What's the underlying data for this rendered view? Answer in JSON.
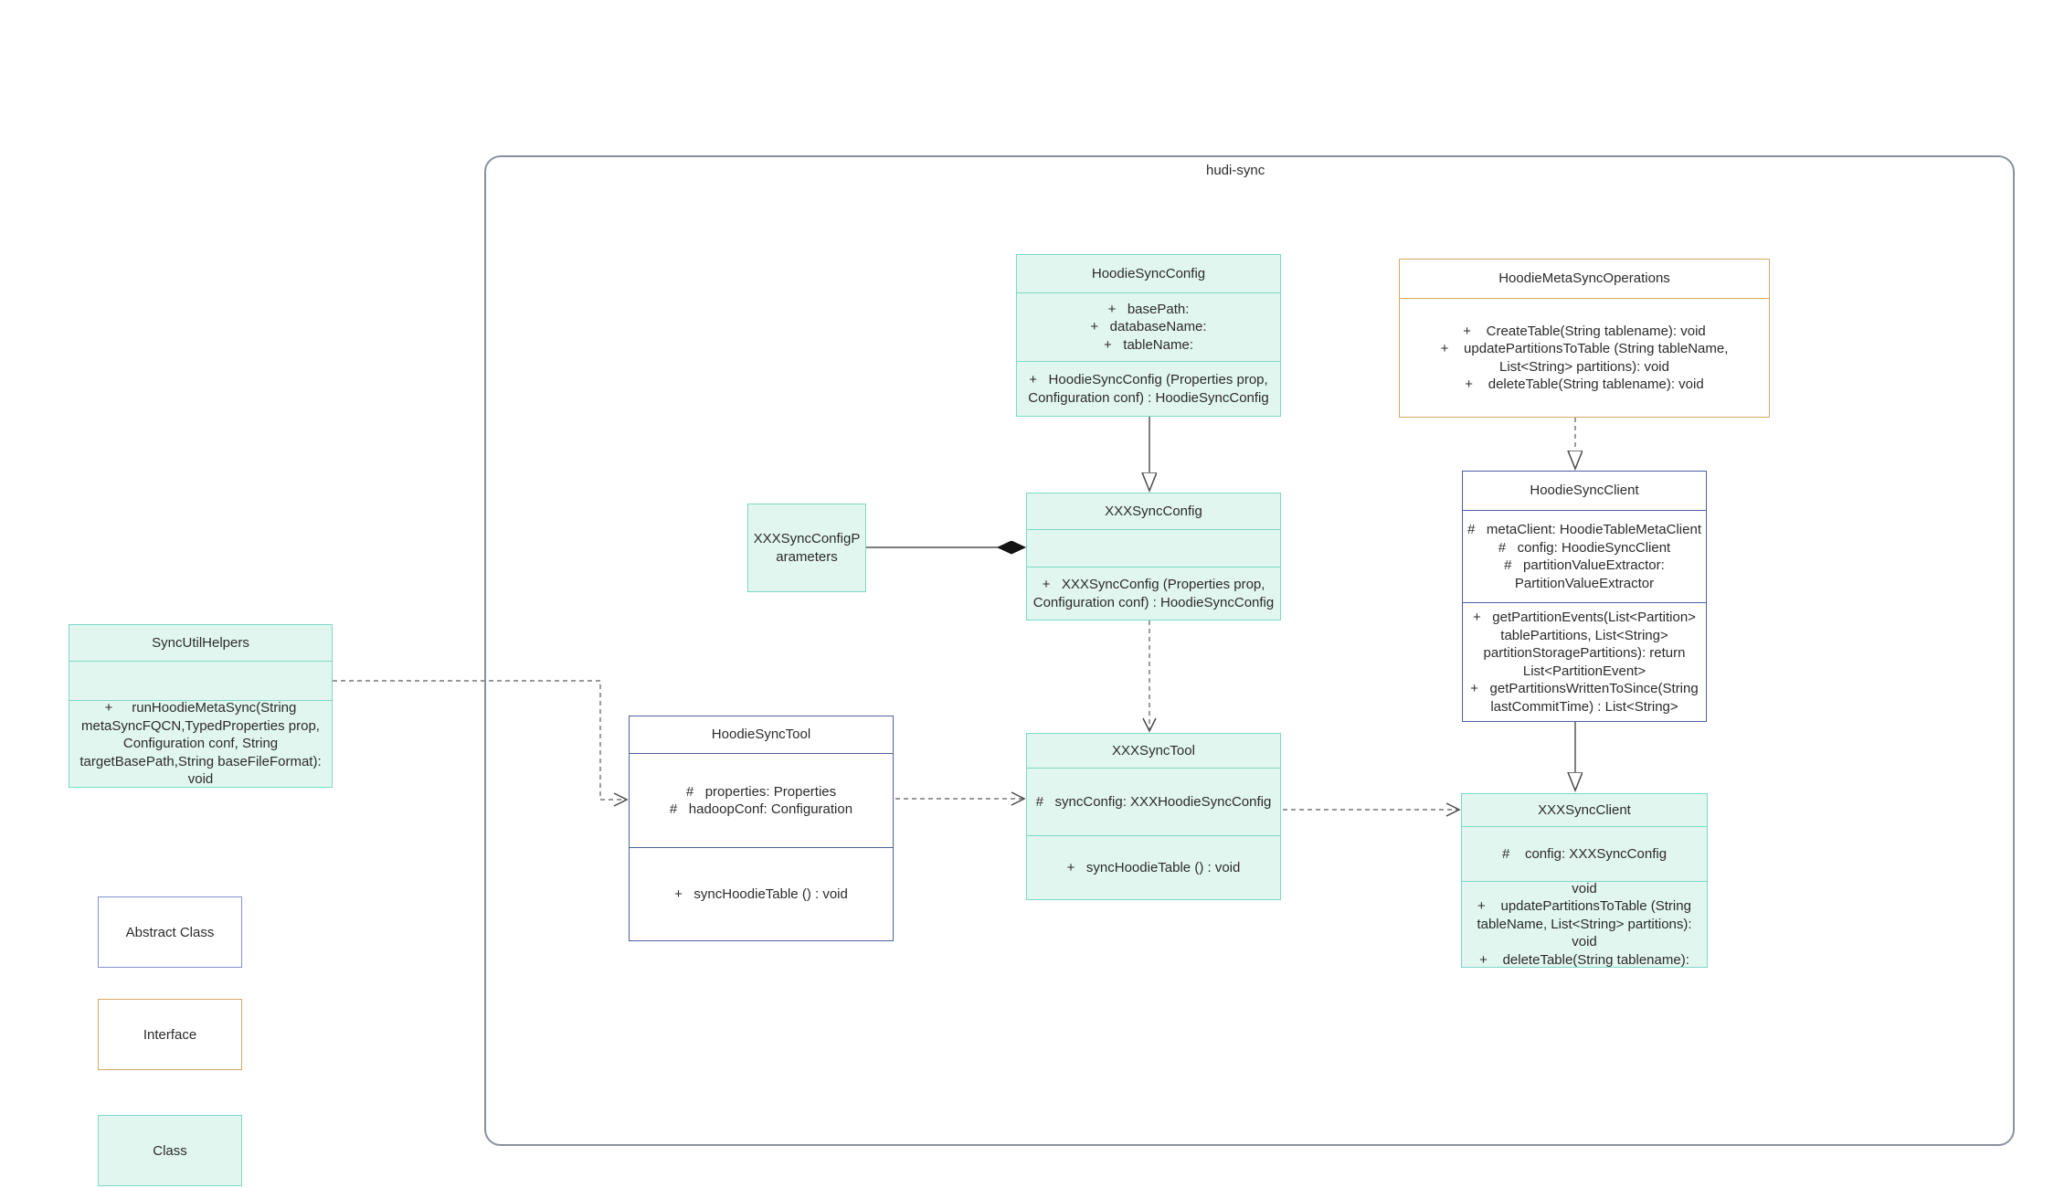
{
  "container": {
    "label": "hudi-sync"
  },
  "colors": {
    "class_fill": "#e2f6f0",
    "class_border": "#7cd9c6",
    "abstract_border": "#4e5f9e",
    "interface_border": "#d8a763",
    "container_border": "#8a90a0",
    "solid_edge": "#6a6a6a",
    "dashed_edge": "#8a8a8a",
    "text": "#2b2b2b"
  },
  "classes": [
    {
      "name": "HoodieSyncConfig",
      "kind": "class",
      "attributes": [
        "+   basePath:",
        "+   databaseName:",
        "+   tableName:"
      ],
      "methods": [
        "+   HoodieSyncConfig (Properties prop, Configuration conf) : HoodieSyncConfig"
      ]
    },
    {
      "name": "HoodieMetaSyncOperations",
      "kind": "interface",
      "attributes": [],
      "methods": [
        "+    CreateTable(String tablename): void",
        "+    updatePartitionsToTable (String tableName, List<String> partitions): void",
        "+    deleteTable(String tablename): void"
      ]
    },
    {
      "name": "HoodieSyncClient",
      "kind": "abstract",
      "attributes": [
        "#   metaClient: HoodieTableMetaClient",
        "#   config: HoodieSyncClient",
        "#   partitionValueExtractor: PartitionValueExtractor"
      ],
      "methods": [
        "+   getPartitionEvents(List<Partition> tablePartitions, List<String> partitionStoragePartitions): return List<PartitionEvent>",
        "+   getPartitionsWrittenToSince(String lastCommitTime) : List<String>"
      ]
    },
    {
      "name": "XXXSyncConfig",
      "kind": "class",
      "attributes": [],
      "methods": [
        "+   XXXSyncConfig (Properties prop, Configuration conf) : HoodieSyncConfig"
      ]
    },
    {
      "name": "XXXSyncConfigParameters",
      "kind": "class",
      "attributes": [],
      "methods": []
    },
    {
      "name": "SyncUtilHelpers",
      "kind": "class",
      "attributes": [],
      "methods": [
        "+     runHoodieMetaSync(String metaSyncFQCN,TypedProperties prop, Configuration conf, String targetBasePath,String baseFileFormat): void"
      ]
    },
    {
      "name": "HoodieSyncTool",
      "kind": "abstract",
      "attributes": [
        "#   properties: Properties",
        "#   hadoopConf: Configuration"
      ],
      "methods": [
        "+   syncHoodieTable () : void"
      ]
    },
    {
      "name": "XXXSyncTool",
      "kind": "class",
      "attributes": [
        "#   syncConfig: XXXHoodieSyncConfig"
      ],
      "methods": [
        "+   syncHoodieTable () : void"
      ]
    },
    {
      "name": "XXXSyncClient",
      "kind": "class",
      "attributes": [
        "#    config: XXXSyncConfig"
      ],
      "methods": [
        "+    CreateTable(String tablename): void",
        "+    updatePartitionsToTable (String tableName, List<String> partitions): void",
        "+    deleteTable(String tablename): void"
      ]
    }
  ],
  "edges": [
    {
      "from": "HoodieSyncConfig",
      "to": "XXXSyncConfig",
      "type": "generalization-solid-hollow-triangle"
    },
    {
      "from": "HoodieMetaSyncOperations",
      "to": "HoodieSyncClient",
      "type": "realization-dashed-hollow-triangle"
    },
    {
      "from": "HoodieSyncClient",
      "to": "XXXSyncClient",
      "type": "generalization-solid-hollow-triangle"
    },
    {
      "from": "XXXSyncConfig",
      "to": "XXXSyncTool",
      "type": "dependency-dashed-open-arrow"
    },
    {
      "from": "SyncUtilHelpers",
      "to": "HoodieSyncTool",
      "type": "dependency-dashed-open-arrow"
    },
    {
      "from": "HoodieSyncTool",
      "to": "XXXSyncTool",
      "type": "dependency-dashed-open-arrow"
    },
    {
      "from": "XXXSyncTool",
      "to": "XXXSyncClient",
      "type": "dependency-dashed-open-arrow"
    },
    {
      "from": "XXXSyncConfigParameters",
      "to": "XXXSyncConfig",
      "type": "composition-solid-filled-diamond"
    }
  ],
  "legend": [
    {
      "label": "Abstract Class",
      "kind": "abstract"
    },
    {
      "label": "Interface",
      "kind": "interface"
    },
    {
      "label": "Class",
      "kind": "class"
    }
  ]
}
